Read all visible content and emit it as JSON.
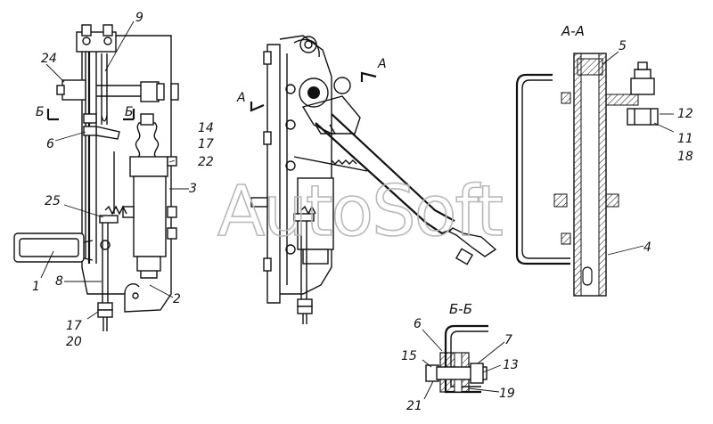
{
  "watermark": "AutoSoft",
  "sections": {
    "aa": "А-А",
    "bb": "Б-Б"
  },
  "cut_marks": {
    "a_left": "А",
    "a_right": "А",
    "b_left": "Б",
    "b_right": "Б"
  },
  "labels": {
    "l1": "1",
    "l2": "2",
    "l3": "3",
    "l6": "6",
    "l8": "8",
    "l9": "9",
    "l14": "14",
    "l17": "17",
    "l22": "22",
    "l24": "24",
    "l25": "25",
    "l17b": "17",
    "l20": "20",
    "aa5": "5",
    "aa12": "12",
    "aa11": "11",
    "aa18": "18",
    "aa4": "4",
    "bb6": "6",
    "bb7": "7",
    "bb15": "15",
    "bb13": "13",
    "bb21": "21",
    "bb19": "19"
  }
}
